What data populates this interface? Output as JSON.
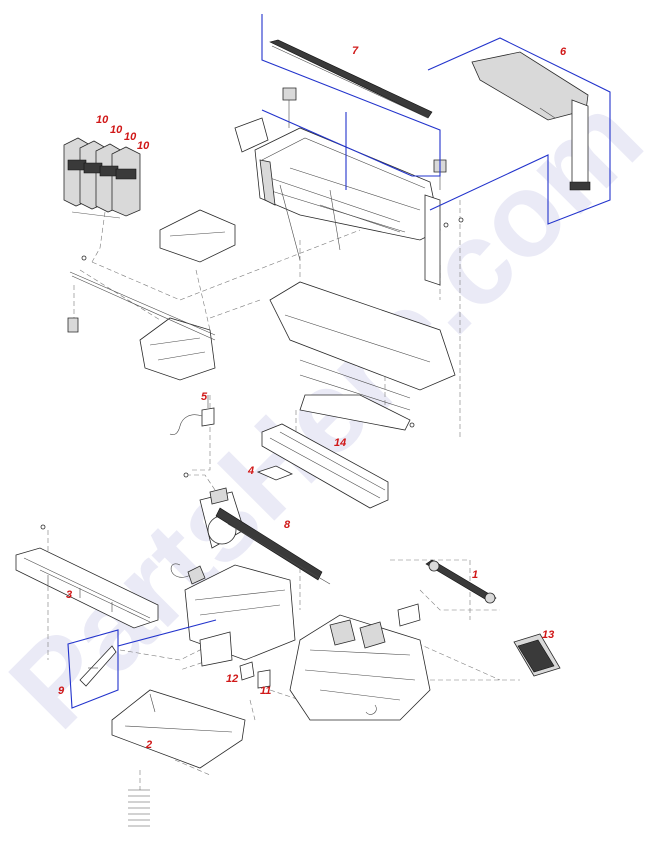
{
  "watermark": {
    "text": "PartsHere.com",
    "color": "#7d7dc8"
  },
  "colors": {
    "callout": "#d01818",
    "highlight_box": "#2233cc",
    "line_art": "#2a2a2a"
  },
  "callouts": {
    "c1": "1",
    "c2": "2",
    "c3": "3",
    "c4": "4",
    "c5": "5",
    "c6": "6",
    "c7": "7",
    "c8": "8",
    "c9": "9",
    "c10a": "10",
    "c10b": "10",
    "c10c": "10",
    "c10d": "10",
    "c11": "11",
    "c12": "12",
    "c13": "13",
    "c14": "14"
  }
}
